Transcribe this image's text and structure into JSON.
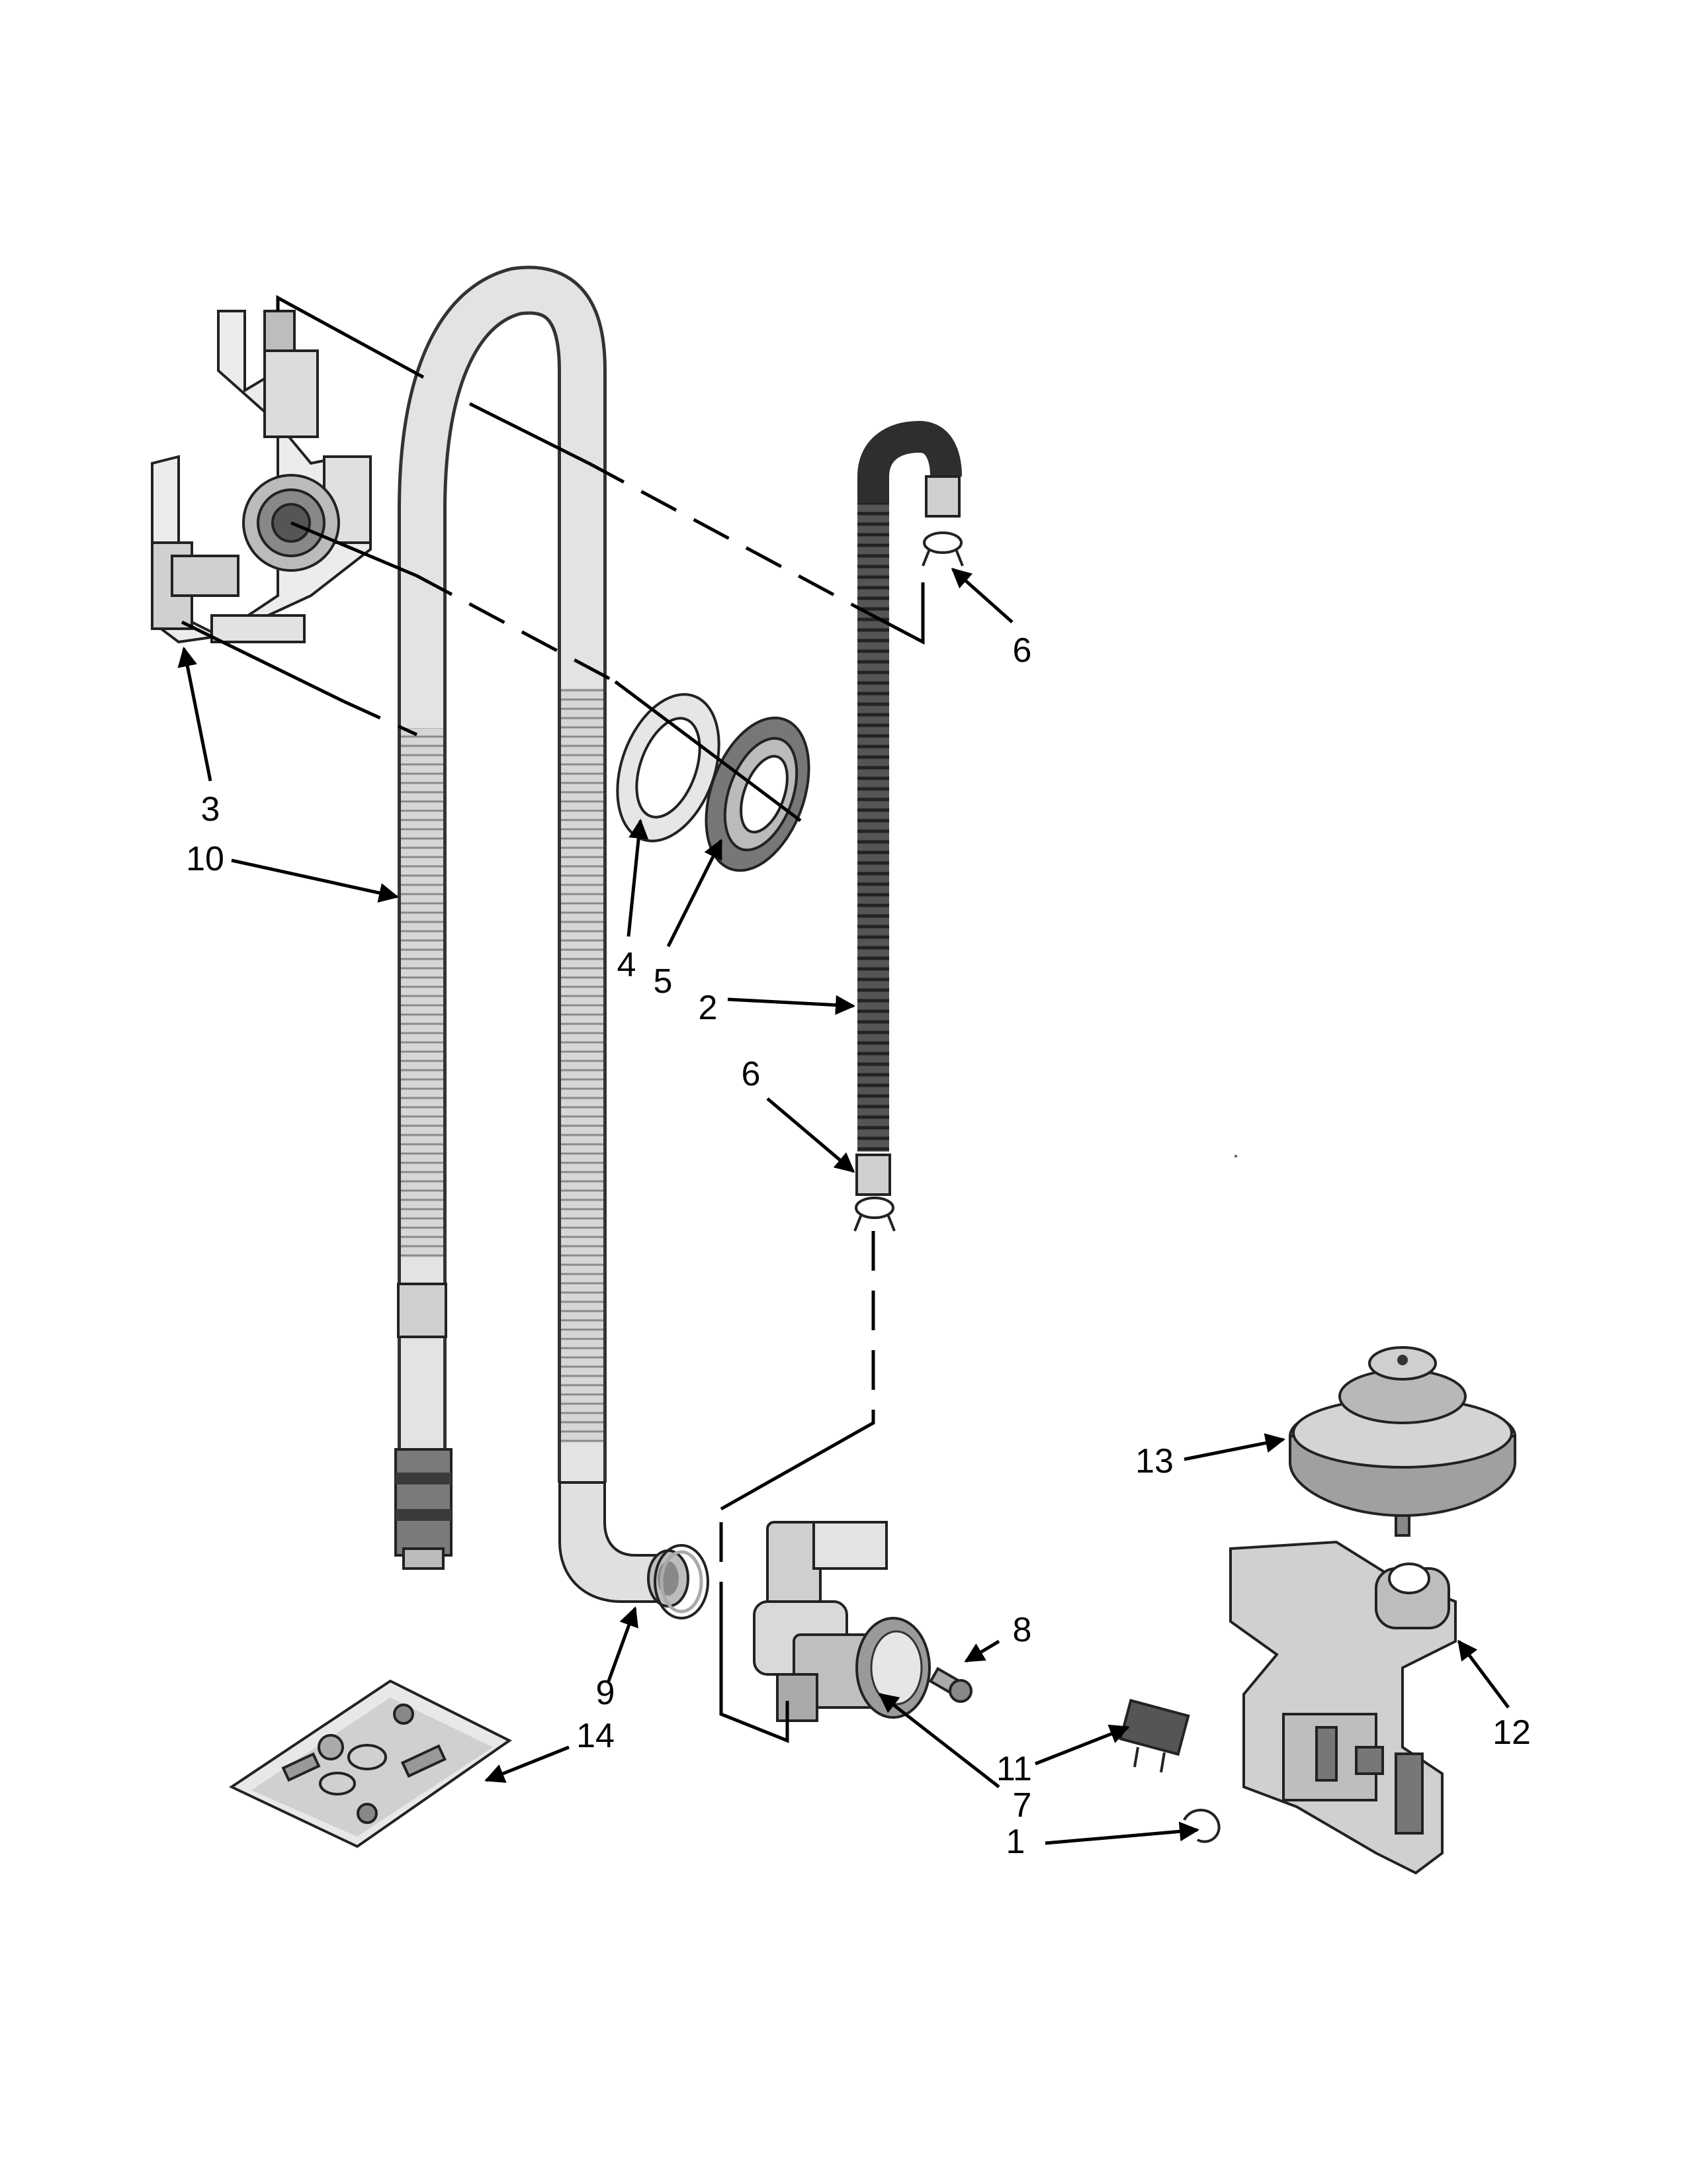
{
  "callouts": [
    {
      "id": "1",
      "label": "1"
    },
    {
      "id": "2",
      "label": "2"
    },
    {
      "id": "3",
      "label": "3"
    },
    {
      "id": "4",
      "label": "4"
    },
    {
      "id": "5",
      "label": "5"
    },
    {
      "id": "6a",
      "label": "6"
    },
    {
      "id": "6b",
      "label": "6"
    },
    {
      "id": "7",
      "label": "7"
    },
    {
      "id": "8",
      "label": "8"
    },
    {
      "id": "9",
      "label": "9"
    },
    {
      "id": "10",
      "label": "10"
    },
    {
      "id": "11",
      "label": "11"
    },
    {
      "id": "12",
      "label": "12"
    },
    {
      "id": "13",
      "label": "13"
    },
    {
      "id": "14",
      "label": "14"
    }
  ]
}
